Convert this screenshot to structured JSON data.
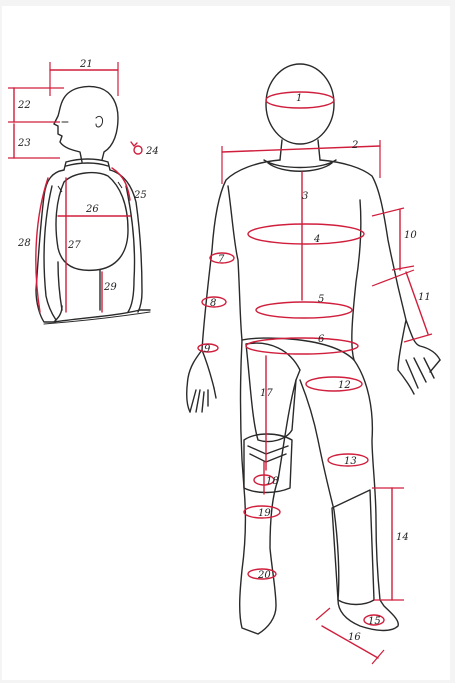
{
  "colors": {
    "paper": "#ffffff",
    "background": "#f4f4f4",
    "measure_line": "#d01e3c",
    "ink": "#2a2a2a"
  },
  "measurements": {
    "m1": "1",
    "m2": "2",
    "m3": "3",
    "m4": "4",
    "m5": "5",
    "m6": "6",
    "m7": "7",
    "m8": "8",
    "m9": "9",
    "m10": "10",
    "m11": "11",
    "m12": "12",
    "m13": "13",
    "m14": "14",
    "m15": "15",
    "m16": "16",
    "m17": "17",
    "m18": "18",
    "m19": "19",
    "m20": "20",
    "m21": "21",
    "m22": "22",
    "m23": "23",
    "m24": "24",
    "m25": "25",
    "m26": "26",
    "m27": "27",
    "m28": "28",
    "m29": "29"
  },
  "icons": {
    "rotation": "circular-arrow-icon"
  }
}
